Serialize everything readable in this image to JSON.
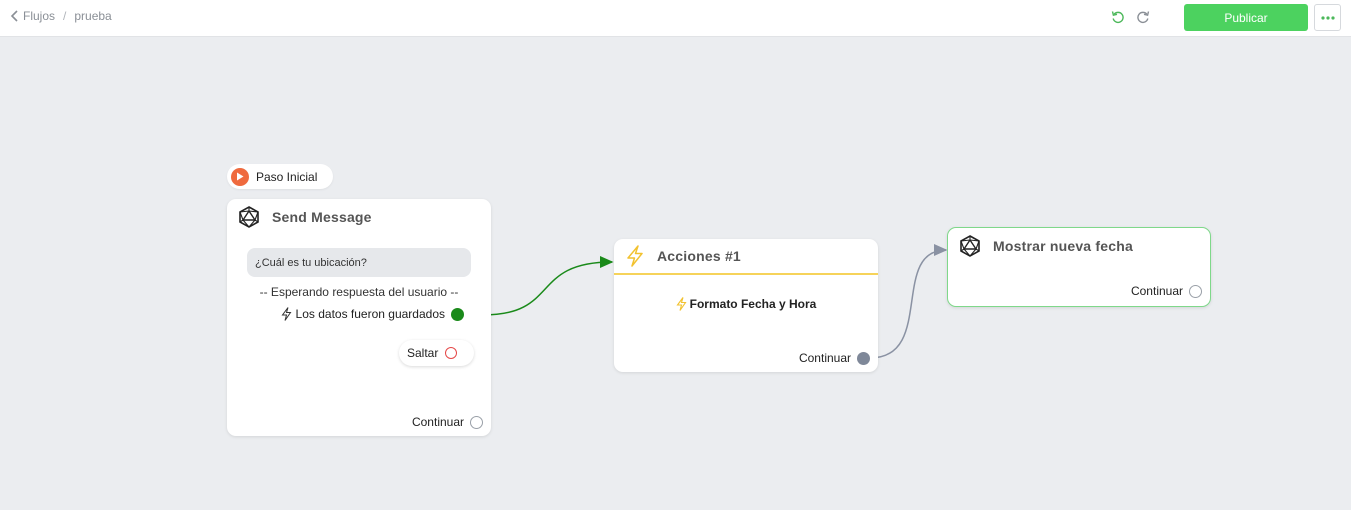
{
  "topbar": {
    "breadcrumb_root": "Flujos",
    "breadcrumb_sep": "/",
    "breadcrumb_current": "prueba",
    "publish_label": "Publicar",
    "accent_color": "#4cd25f"
  },
  "start": {
    "label": "Paso Inicial",
    "color": "#ef6a3e"
  },
  "nodes": {
    "send_message": {
      "title": "Send Message",
      "bubble_text": "¿Cuál es tu ubicación?",
      "waiting_text": "-- Esperando respuesta del usuario --",
      "saved_text": "Los datos fueron guardados",
      "skip_label": "Saltar",
      "continue_label": "Continuar"
    },
    "acciones": {
      "title": "Acciones #1",
      "action_label": "Formato Fecha y Hora",
      "continue_label": "Continuar",
      "accent_color": "#f6d35a"
    },
    "mostrar": {
      "title": "Mostrar nueva fecha",
      "continue_label": "Continuar"
    }
  },
  "icons": {
    "back": "chevron-left-icon",
    "undo": "undo-icon",
    "redo": "redo-icon",
    "more": "more-dots-icon",
    "play": "play-icon",
    "node": "icosahedron-icon",
    "bolt": "lightning-icon"
  }
}
